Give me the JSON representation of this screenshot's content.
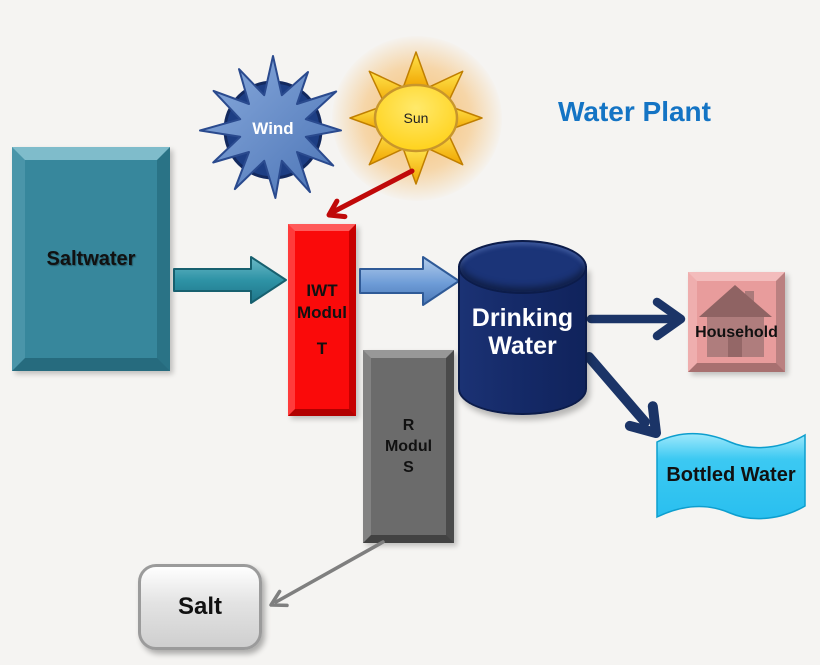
{
  "title": {
    "text": "Water Plant",
    "color": "#1474c4"
  },
  "nodes": {
    "saltwater": {
      "label": "Saltwater",
      "color": "#37879c"
    },
    "wind": {
      "label": "Wind",
      "color": "#5b84c4"
    },
    "sun": {
      "label": "Sun",
      "color": "#ffd316"
    },
    "iwt_module": {
      "line1": "IWT",
      "line2": "Modul",
      "line3": "T",
      "color": "#fa0a0a"
    },
    "r_module": {
      "line1": "R",
      "line2": "Modul",
      "line3": "S",
      "color": "#6b6b6b"
    },
    "drinking_water": {
      "line1": "Drinking",
      "line2": "Water",
      "color": "#152a68"
    },
    "household": {
      "label": "Household",
      "color": "#e89c9c"
    },
    "bottled_water": {
      "label": "Bottled Water",
      "color": "#35c9f2"
    },
    "salt": {
      "label": "Salt",
      "color": "#d9d9d9"
    }
  },
  "connections": [
    {
      "from": "Saltwater",
      "to": "IWT Modul",
      "color": "#2e93a6"
    },
    {
      "from": "Sun",
      "to": "IWT Modul",
      "color": "#c00909"
    },
    {
      "from": "IWT Modul",
      "to": "Drinking Water",
      "color": "#6e9cd7"
    },
    {
      "from": "Drinking Water",
      "to": "Household",
      "color": "#1b3467"
    },
    {
      "from": "Drinking Water",
      "to": "Bottled Water",
      "color": "#1b3467"
    },
    {
      "from": "R Modul",
      "to": "Salt",
      "color": "#7f7f7f"
    }
  ]
}
